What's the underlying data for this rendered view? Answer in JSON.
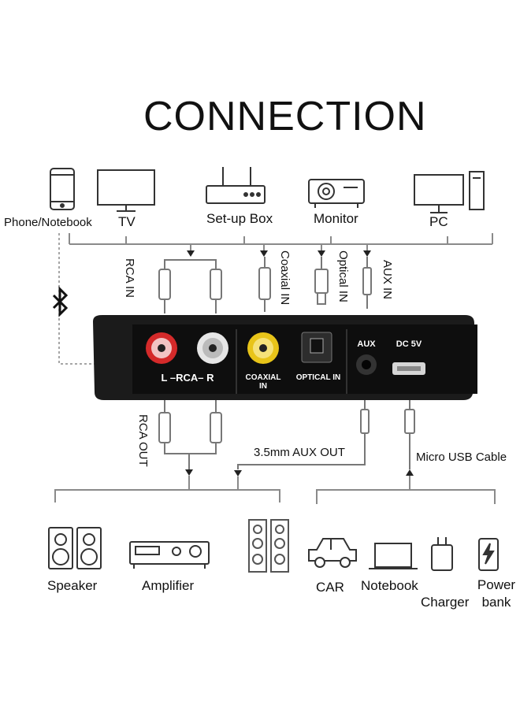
{
  "title": "CONNECTION",
  "sources": [
    {
      "label": "Phone/Notebook",
      "icon": "phone-icon"
    },
    {
      "label": "TV",
      "icon": "tv-icon"
    },
    {
      "label": "Set-up Box",
      "icon": "setup-box-icon"
    },
    {
      "label": "Monitor",
      "icon": "projector-icon"
    },
    {
      "label": "PC",
      "icon": "pc-icon"
    }
  ],
  "inputs": {
    "rca": "RCA IN",
    "coaxial": "Coaxial IN",
    "optical": "Optical IN",
    "aux": "AUX IN"
  },
  "device_panel": {
    "rca": "L –RCA– R",
    "coaxial": "COAXIAL IN",
    "optical": "OPTICAL IN",
    "aux": "AUX",
    "dc": "DC 5V"
  },
  "outputs": {
    "rca": "RCA OUT",
    "aux": "3.5mm AUX OUT",
    "usb": "Micro USB Cable"
  },
  "destinations": [
    {
      "label": "Speaker",
      "icon": "speaker-icon"
    },
    {
      "label": "Amplifier",
      "icon": "amplifier-icon"
    },
    {
      "label": "",
      "icon": "tower-speaker-icon"
    },
    {
      "label": "CAR",
      "icon": "car-icon"
    },
    {
      "label": "Notebook",
      "icon": "notebook-icon"
    },
    {
      "label": "Charger",
      "icon": "charger-icon"
    },
    {
      "label": "Power bank",
      "icon": "power-bank-icon"
    }
  ],
  "colors": {
    "line": "#8a8a8a",
    "device": "#1b1b1b",
    "rca_left": "#d42a2a",
    "rca_right": "#e6e6e6",
    "coaxial": "#e8c419",
    "bluetooth": "#222222"
  }
}
